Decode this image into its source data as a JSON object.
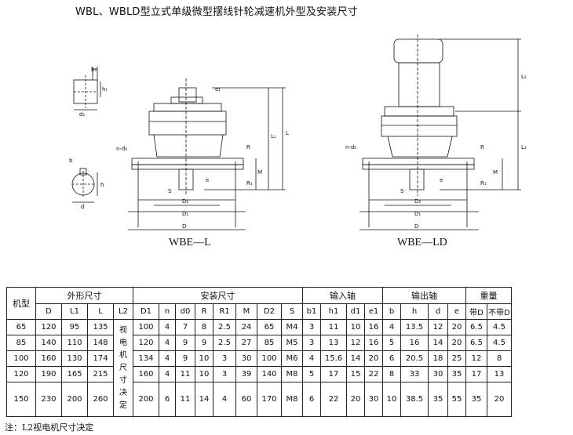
{
  "title": "WBL、WBLD型立式单级微型摆线针轮减速机外型及安装尺寸",
  "drawings": {
    "left_caption": "WBE—L",
    "right_caption": "WBE—LD",
    "labels": {
      "b1": "b₁",
      "h1": "h₁",
      "d1": "d₁",
      "b": "b",
      "h": "h",
      "d": "d",
      "nd0": "n-d₀",
      "e1": "e₁",
      "L1": "L₁",
      "L": "L",
      "L2": "L₂",
      "R": "R",
      "R1": "R₁",
      "M": "M",
      "e": "e",
      "S": "S",
      "D2": "D₂",
      "D1": "D₁",
      "D": "D"
    }
  },
  "table": {
    "group_headers": {
      "model": "机型",
      "outline": "外形尺寸",
      "install": "安装尺寸",
      "input": "输入轴",
      "output": "输出轴",
      "weight": "重量"
    },
    "sub_headers": [
      "D",
      "L1",
      "L",
      "L2",
      "D1",
      "n",
      "d0",
      "R",
      "R1",
      "M",
      "D2",
      "S",
      "b1",
      "h1",
      "d1",
      "e1",
      "b",
      "h",
      "d",
      "e",
      "带D",
      "不带D"
    ],
    "l2_note": "视电机尺寸决定",
    "rows": [
      {
        "model": "65",
        "vals_a": [
          "120",
          "95",
          "135"
        ],
        "vals_b": [
          "100",
          "4",
          "7",
          "8",
          "2.5",
          "24",
          "65",
          "M4",
          "3",
          "11",
          "10",
          "16",
          "4",
          "13.5",
          "12",
          "20",
          "6.5",
          "4.5"
        ]
      },
      {
        "model": "85",
        "vals_a": [
          "140",
          "110",
          "148"
        ],
        "vals_b": [
          "120",
          "4",
          "9",
          "9",
          "2.5",
          "27",
          "85",
          "M5",
          "3",
          "13",
          "12",
          "16",
          "5",
          "16",
          "14",
          "20",
          "6.5",
          "4.5"
        ]
      },
      {
        "model": "100",
        "vals_a": [
          "160",
          "130",
          "174"
        ],
        "vals_b": [
          "134",
          "4",
          "9",
          "10",
          "3",
          "30",
          "100",
          "M6",
          "4",
          "15.6",
          "14",
          "20",
          "6",
          "20.5",
          "18",
          "25",
          "12",
          "8"
        ]
      },
      {
        "model": "120",
        "vals_a": [
          "190",
          "165",
          "215"
        ],
        "vals_b": [
          "160",
          "4",
          "11",
          "10",
          "3",
          "39",
          "140",
          "M8",
          "5",
          "17",
          "15",
          "22",
          "8",
          "33",
          "30",
          "35",
          "17",
          "13"
        ]
      },
      {
        "model": "150",
        "vals_a": [
          "230",
          "200",
          "260"
        ],
        "vals_b": [
          "200",
          "6",
          "11",
          "14",
          "4",
          "60",
          "170",
          "M8",
          "6",
          "22",
          "20",
          "30",
          "10",
          "38.5",
          "35",
          "55",
          "35",
          "20"
        ]
      }
    ]
  },
  "note": "注：L2视电机尺寸决定"
}
